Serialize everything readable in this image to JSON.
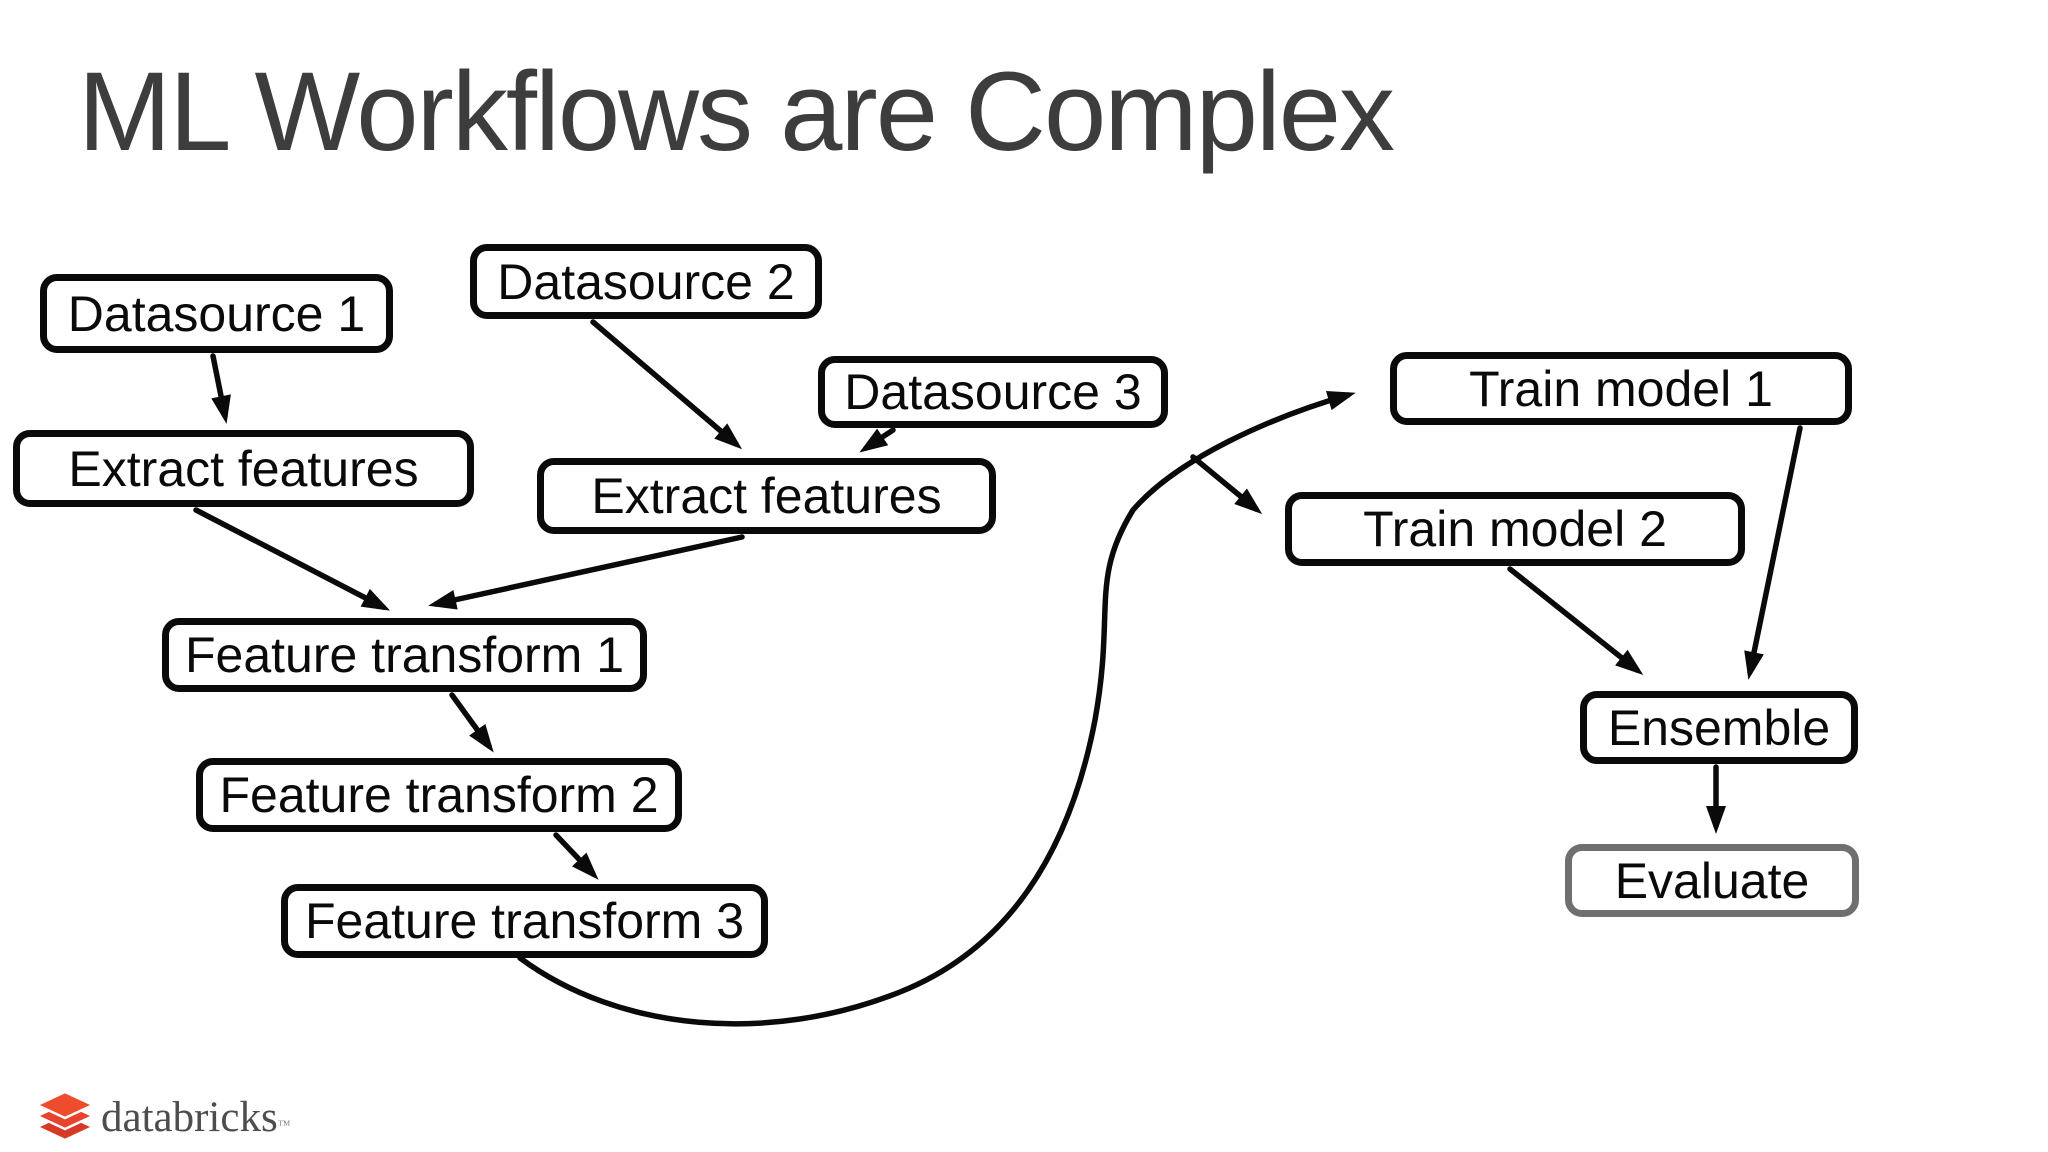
{
  "slide": {
    "title": "ML Workflows are Complex",
    "background_color": "#ffffff",
    "title_color": "#3d3d3d"
  },
  "diagram": {
    "nodes": {
      "ds1": {
        "label": "Datasource 1"
      },
      "ds2": {
        "label": "Datasource 2"
      },
      "ds3": {
        "label": "Datasource 3"
      },
      "exl": {
        "label": "Extract features"
      },
      "exc": {
        "label": "Extract features"
      },
      "ft1": {
        "label": "Feature transform 1"
      },
      "ft2": {
        "label": "Feature transform 2"
      },
      "ft3": {
        "label": "Feature transform 3"
      },
      "tm1": {
        "label": "Train model 1"
      },
      "tm2": {
        "label": "Train model 2"
      },
      "ens": {
        "label": "Ensemble"
      },
      "evl": {
        "label": "Evaluate"
      }
    },
    "edges": [
      {
        "from": "ds1",
        "to": "exl"
      },
      {
        "from": "ds2",
        "to": "exc"
      },
      {
        "from": "ds3",
        "to": "exc"
      },
      {
        "from": "exl",
        "to": "ft1"
      },
      {
        "from": "exc",
        "to": "ft1"
      },
      {
        "from": "ft1",
        "to": "ft2"
      },
      {
        "from": "ft2",
        "to": "ft3"
      },
      {
        "from": "ft3",
        "to": "tm1"
      },
      {
        "from": "ft3",
        "to": "tm2"
      },
      {
        "from": "tm1",
        "to": "ens"
      },
      {
        "from": "tm2",
        "to": "ens"
      },
      {
        "from": "ens",
        "to": "evl"
      }
    ],
    "node_border_color": "#0a0a0a",
    "evaluate_border_color": "#6f6f6f",
    "arrow_color": "#0a0a0a"
  },
  "footer": {
    "logo_text": "databricks",
    "trademark": "™",
    "logo_icon": "databricks-layers-icon",
    "logo_icon_color": "#E8432E",
    "logo_text_color": "#4d4d4d"
  }
}
